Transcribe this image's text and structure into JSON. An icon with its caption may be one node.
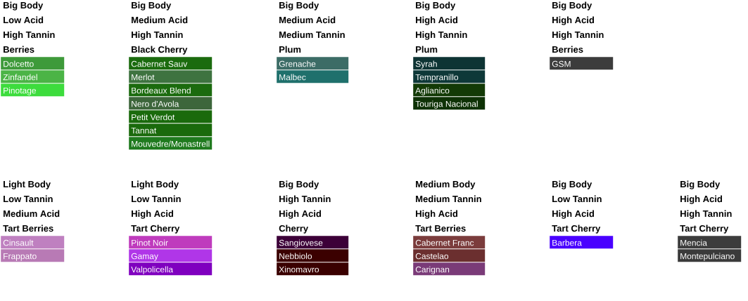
{
  "diagram": {
    "nodes": [
      {
        "text": [
          "Dolcetto"
        ]
      },
      {
        "text": [
          "Zinfandel"
        ]
      },
      {
        "text": [
          "Pinotage"
        ]
      },
      {
        "text": [
          "Cabernet Sauv"
        ]
      },
      {
        "text": [
          "Merlot"
        ]
      },
      {
        "text": [
          "Bordeaux Blend"
        ]
      },
      {
        "text": [
          "Nero d'Avola"
        ]
      },
      {
        "text": [
          "Petit Verdot"
        ]
      },
      {
        "text": [
          "Tannat"
        ]
      },
      {
        "text": [
          "Mouvedre/Monastrell"
        ]
      },
      {
        "text": [
          "Grenache"
        ]
      },
      {
        "text": [
          "Malbec"
        ]
      },
      {
        "text": [
          "Syrah"
        ]
      },
      {
        "text": [
          "Tempranillo"
        ]
      },
      {
        "text": [
          "Aglianico"
        ]
      },
      {
        "text": [
          "Touriga Nacional"
        ]
      },
      {
        "text": [
          "GSM"
        ]
      },
      {
        "text": [
          "Cinsault"
        ]
      },
      {
        "text": [
          "Frappato"
        ]
      },
      {
        "text": [
          "Pinot Noir"
        ]
      },
      {
        "text": [
          "Gamay"
        ]
      },
      {
        "text": [
          "Valpolicella"
        ]
      },
      {
        "text": [
          "Sangiovese"
        ]
      },
      {
        "text": [
          "Nebbiolo"
        ]
      },
      {
        "text": [
          "Xinomavro"
        ]
      },
      {
        "text": [
          "Cabernet Franc"
        ]
      },
      {
        "text": [
          "Castelao"
        ]
      },
      {
        "text": [
          "Carignan"
        ]
      },
      {
        "text": [
          "Barbera"
        ]
      },
      {
        "text": [
          "Mencia"
        ]
      },
      {
        "text": [
          "Montepulciano"
        ]
      }
    ],
    "labels": [
      "Big Body",
      "Low Acid",
      "High Tannin",
      "Berries",
      "Big Body",
      "Medium Acid",
      "High Tannin",
      "Black Cherry",
      "Big Body",
      "Medium Acid",
      "Medium Tannin",
      "Plum",
      "Big Body",
      "High Acid",
      "High Tannin",
      "Plum",
      "Big Body",
      "High Acid",
      "High Tannin",
      "Berries",
      "Light Body",
      "Low Tannin",
      "Medium Acid",
      "Tart Berries",
      "Light Body",
      "Low Tannin",
      "High Acid",
      "Tart Cherry",
      "Big Body",
      "High Tannin",
      "High Acid",
      "Cherry",
      "Medium Body",
      "Medium Tannin",
      "High Acid",
      "Tart Berries",
      "Big Body",
      "Low Tannin",
      "High Acid",
      "Tart Cherry",
      "Big Body",
      "High Acid",
      "High Tannin",
      "Tart Cherry"
    ]
  }
}
